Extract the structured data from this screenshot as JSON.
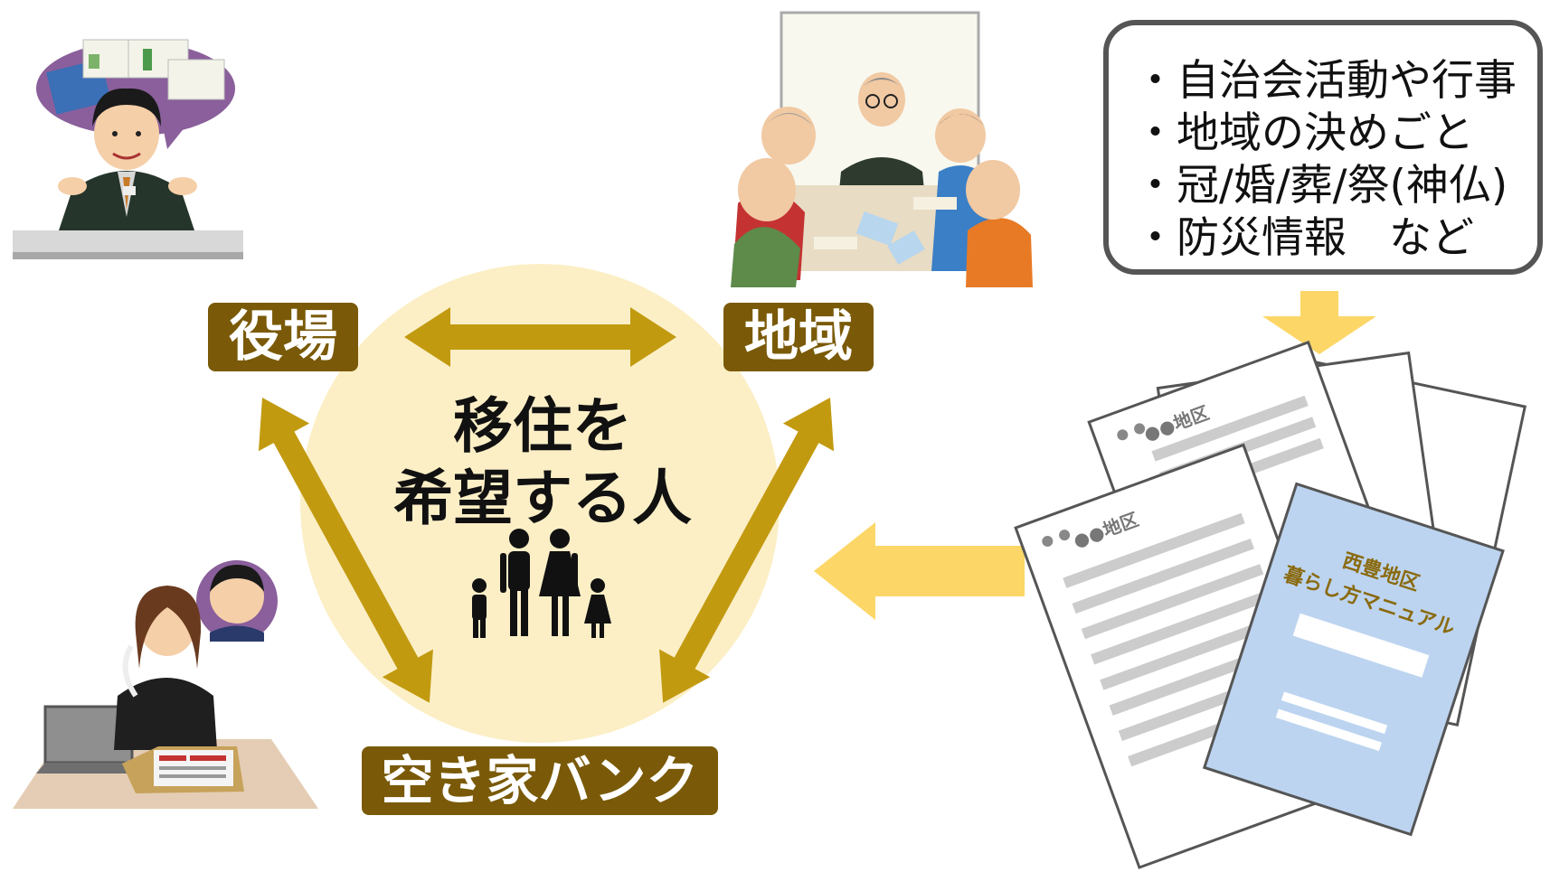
{
  "labels": {
    "yakuba": "役場",
    "chiiki": "地域",
    "akiya_bank": "空き家バンク"
  },
  "center": {
    "line1": "移住を",
    "line2": "希望する人"
  },
  "notes": [
    "・自治会活動や行事",
    "・地域の決めごと",
    "・冠/婚/葬/祭(神仏)",
    "・防災情報　など"
  ],
  "documents": {
    "district_label": "●●地区",
    "manual_title_line1": "西豊地区",
    "manual_title_line2": "暮らし方マニュアル"
  },
  "colors": {
    "arrow": "#c29a10",
    "label_bg": "#7a5a08",
    "circle": "#fcefc6",
    "flow_arrow": "#fcd767",
    "manual_cover": "#bcd4f0"
  }
}
